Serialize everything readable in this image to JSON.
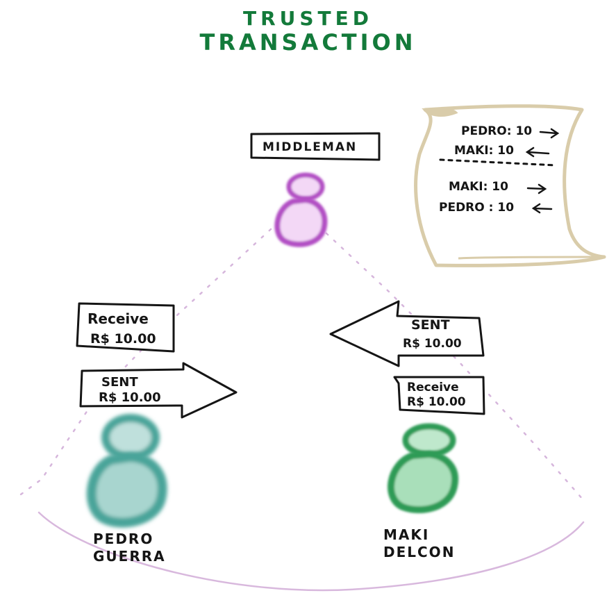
{
  "title": {
    "line1": "Trusted",
    "line2": "Transaction"
  },
  "middleman": {
    "label": "MIDDLEMAN",
    "color": "#b24fc4"
  },
  "ledger": {
    "entries_top": [
      {
        "text": "PEDRO: 10",
        "direction": "right-arrow"
      },
      {
        "text": "MAKI: 10",
        "direction": "left-arrow"
      }
    ],
    "entries_bottom": [
      {
        "text": "MAKI: 10",
        "direction": "right-arrow"
      },
      {
        "text": "PEDRO : 10",
        "direction": "left-arrow"
      }
    ],
    "paper_color": "#d9ccaa"
  },
  "pedro": {
    "name_line1": "PEDRO",
    "name_line2": "GUERRA",
    "color": "#4aa49a",
    "receive": {
      "label": "Receive",
      "amount": "R$ 10.00"
    },
    "sent": {
      "label": "SENT",
      "amount": "R$ 10.00"
    }
  },
  "maki": {
    "name_line1": "MAKI",
    "name_line2": "DELCON",
    "color": "#2f9b57",
    "sent": {
      "label": "SENT",
      "amount": "R$ 10.00"
    },
    "receive": {
      "label": "Receive",
      "amount": "R$ 10.00"
    }
  },
  "colors": {
    "ink": "#151515",
    "title_green": "#137a3a",
    "dotted_line": "#d6b6dc",
    "ground_arc": "#d8b8dd"
  }
}
